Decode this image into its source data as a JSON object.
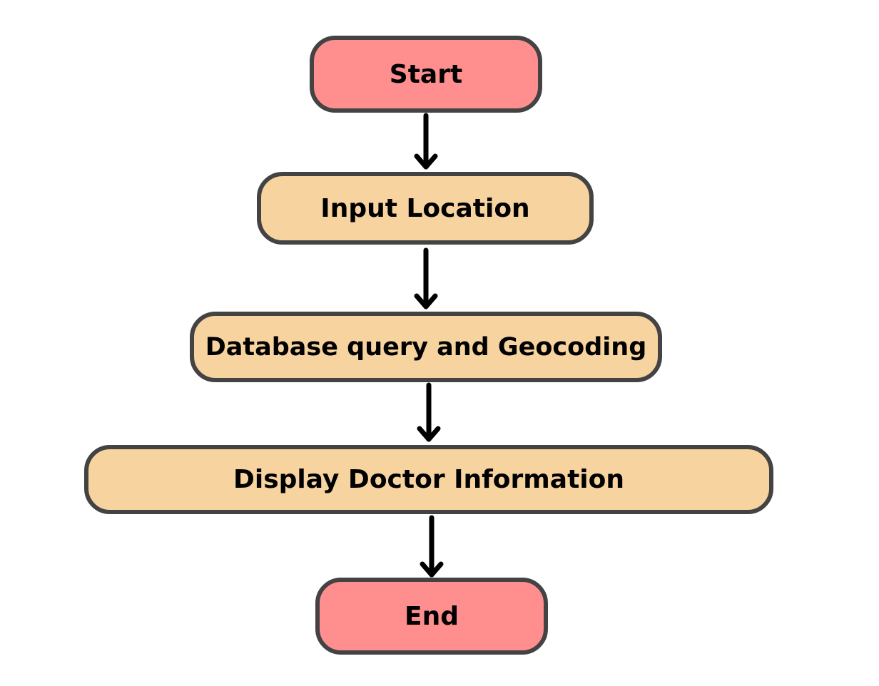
{
  "diagram": {
    "type": "flowchart",
    "nodes": {
      "start": {
        "label": "Start",
        "shape": "terminal",
        "color": "#ff8f8f"
      },
      "input": {
        "label": "Input Location",
        "shape": "process",
        "color": "#f7d3a0"
      },
      "db": {
        "label": "Database query and Geocoding",
        "shape": "process",
        "color": "#f7d3a0"
      },
      "display": {
        "label": "Display Doctor Information",
        "shape": "process",
        "color": "#f7d3a0"
      },
      "end": {
        "label": "End",
        "shape": "terminal",
        "color": "#ff8f8f"
      }
    },
    "edges": [
      {
        "from": "start",
        "to": "input"
      },
      {
        "from": "input",
        "to": "db"
      },
      {
        "from": "db",
        "to": "display"
      },
      {
        "from": "display",
        "to": "end"
      }
    ],
    "border_color": "#434343",
    "arrow_color": "#000000"
  }
}
